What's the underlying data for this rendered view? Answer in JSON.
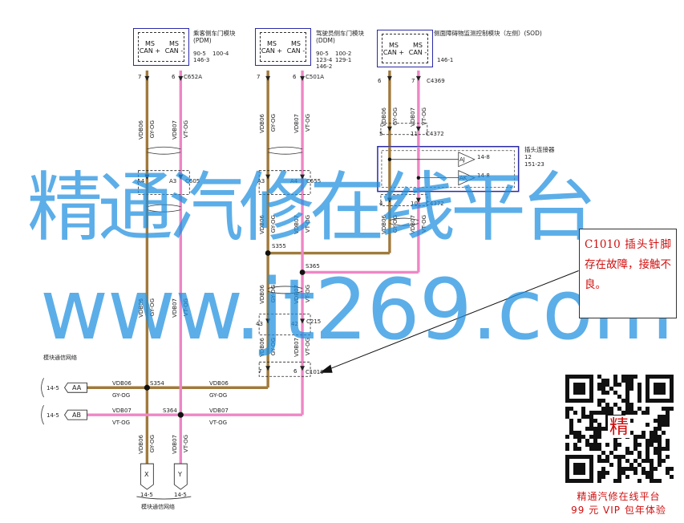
{
  "modules": {
    "pdm": {
      "title": "乘客侧车门模块",
      "abbr": "(PDM)",
      "pin_hi": "MS\nCAN +",
      "pin_lo": "MS\nCAN -",
      "refs": [
        "90-5",
        "100-4",
        "146-3"
      ],
      "connector": "C652A",
      "pin_a": "7",
      "pin_b": "6"
    },
    "ddm": {
      "title": "驾驶员侧车门模块",
      "abbr": "(DDM)",
      "pin_hi": "MS\nCAN +",
      "pin_lo": "MS\nCAN -",
      "refs": [
        "90-5",
        "100-2",
        "123-4",
        "129-1",
        "146-2"
      ],
      "connector": "C501A",
      "pin_a": "7",
      "pin_b": "6"
    },
    "sod": {
      "title": "侧面障碍物监测控制模块（左侧）(SOD)",
      "pin_hi": "MS\nCAN +",
      "pin_lo": "MS\nCAN -",
      "refs": [
        "146-1"
      ],
      "connector": "C4369",
      "pin_a": "6",
      "pin_b": "7"
    }
  },
  "wires": {
    "vdb06": "VDB06",
    "vdb07": "VDB07",
    "gy_og": "GY-OG",
    "vt_og": "VT-OG"
  },
  "connectors": {
    "c605": "C605",
    "c655": "C655",
    "c4372_top": "C4372",
    "c4372_bot": "C4372",
    "c215": "C215",
    "c1010": "C1010",
    "a4": "A4",
    "a3": "A3",
    "a3b": "A3",
    "a4b": "A4",
    "p5": "5",
    "p11": "11",
    "p4": "4",
    "p10": "10",
    "p43": "43",
    "p42": "42",
    "p7": "7",
    "p6": "6"
  },
  "splices": {
    "s355": "S355",
    "s365": "S365",
    "s354": "S354",
    "s364": "S364"
  },
  "jumper": {
    "title": "插头连接器",
    "refs": [
      "12",
      "151-23"
    ],
    "aj": "AJ",
    "ak": "AK",
    "ref_aj": "14-8",
    "ref_ak": "14-8"
  },
  "network": {
    "label_top": "模块通信网络",
    "label_bottom": "模块通信网络",
    "aa": "AA",
    "ab": "AB",
    "ref_aa": "14-5",
    "ref_ab": "14-5",
    "x": "X",
    "y": "Y",
    "ref_x": "14-5",
    "ref_y": "14-5"
  },
  "callout": {
    "text": "C1010 插头针脚存在故障，接触不良。"
  },
  "watermark": {
    "line1": "精通汽修在线平台",
    "line2": "www.jt269.com"
  },
  "qr": {
    "center_char": "精",
    "caption1": "精通汽修在线平台",
    "caption2": "99 元 VIP 包年体验"
  },
  "colors": {
    "brown": "#a07a3c",
    "pink": "#ef86c6",
    "module_border": "#2a2aa8",
    "watermark": "#1e8fe0",
    "callout_text": "#d01010"
  }
}
